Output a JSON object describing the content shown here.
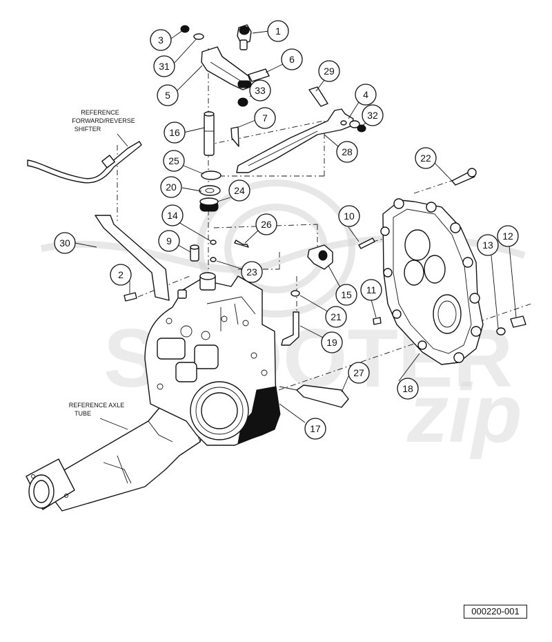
{
  "references": {
    "shifter": [
      "REFERENCE",
      "FORWARD/REVERSE",
      "SHIFTER"
    ],
    "axle_tube": [
      "REFERENCE AXLE",
      "TUBE"
    ]
  },
  "drawing_number": "000220-001",
  "watermark": {
    "text": "SCOOTER",
    "script": "zip"
  },
  "callouts": [
    {
      "id": "1",
      "label": "1"
    },
    {
      "id": "2",
      "label": "2"
    },
    {
      "id": "3",
      "label": "3"
    },
    {
      "id": "4",
      "label": "4"
    },
    {
      "id": "5",
      "label": "5"
    },
    {
      "id": "6",
      "label": "6"
    },
    {
      "id": "7",
      "label": "7"
    },
    {
      "id": "9",
      "label": "9"
    },
    {
      "id": "10",
      "label": "10"
    },
    {
      "id": "11",
      "label": "11"
    },
    {
      "id": "12",
      "label": "12"
    },
    {
      "id": "13",
      "label": "13"
    },
    {
      "id": "14",
      "label": "14"
    },
    {
      "id": "15",
      "label": "15"
    },
    {
      "id": "16",
      "label": "16"
    },
    {
      "id": "17",
      "label": "17"
    },
    {
      "id": "18",
      "label": "18"
    },
    {
      "id": "19",
      "label": "19"
    },
    {
      "id": "20",
      "label": "20"
    },
    {
      "id": "21",
      "label": "21"
    },
    {
      "id": "22",
      "label": "22"
    },
    {
      "id": "23",
      "label": "23"
    },
    {
      "id": "24",
      "label": "24"
    },
    {
      "id": "25",
      "label": "25"
    },
    {
      "id": "26",
      "label": "26"
    },
    {
      "id": "27",
      "label": "27"
    },
    {
      "id": "28",
      "label": "28"
    },
    {
      "id": "29",
      "label": "29"
    },
    {
      "id": "30",
      "label": "30"
    },
    {
      "id": "31",
      "label": "31"
    },
    {
      "id": "32",
      "label": "32"
    },
    {
      "id": "33",
      "label": "33"
    }
  ]
}
